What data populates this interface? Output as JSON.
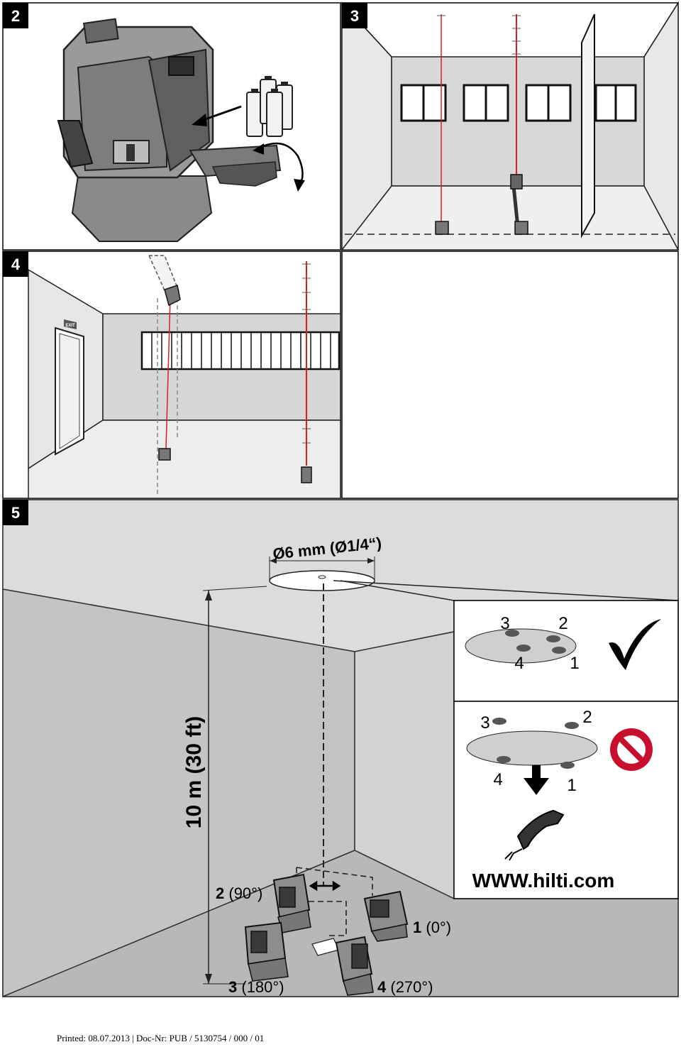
{
  "panels": {
    "p2": {
      "number": "2"
    },
    "p3": {
      "number": "3"
    },
    "p4": {
      "number": "4"
    },
    "p5": {
      "number": "5"
    }
  },
  "exit_sign": "EXIT",
  "diameter_label": "Ø6 mm (Ø1/4“)",
  "distance_label": "10 m (30 ft)",
  "positions": {
    "p1": {
      "num": "1",
      "angle": " (0°)"
    },
    "p2": {
      "num": "2",
      "angle": " (90°)"
    },
    "p3": {
      "num": "3",
      "angle": " (180°)"
    },
    "p4": {
      "num": "4",
      "angle": " (270°)"
    }
  },
  "inset_ok": {
    "n3": "3",
    "n2": "2",
    "n4": "4",
    "n1": "1"
  },
  "inset_bad": {
    "n3": "3",
    "n2": "2",
    "n4": "4",
    "n1": "1"
  },
  "website": "WWW.hilti.com",
  "footer": "Printed: 08.07.2013 | Doc-Nr: PUB / 5130754 / 000 / 01",
  "colors": {
    "laser": "#d81f26",
    "prohibit": "#c8102e",
    "wall": "#dcdcdc",
    "floor": "#c8c8c8"
  }
}
